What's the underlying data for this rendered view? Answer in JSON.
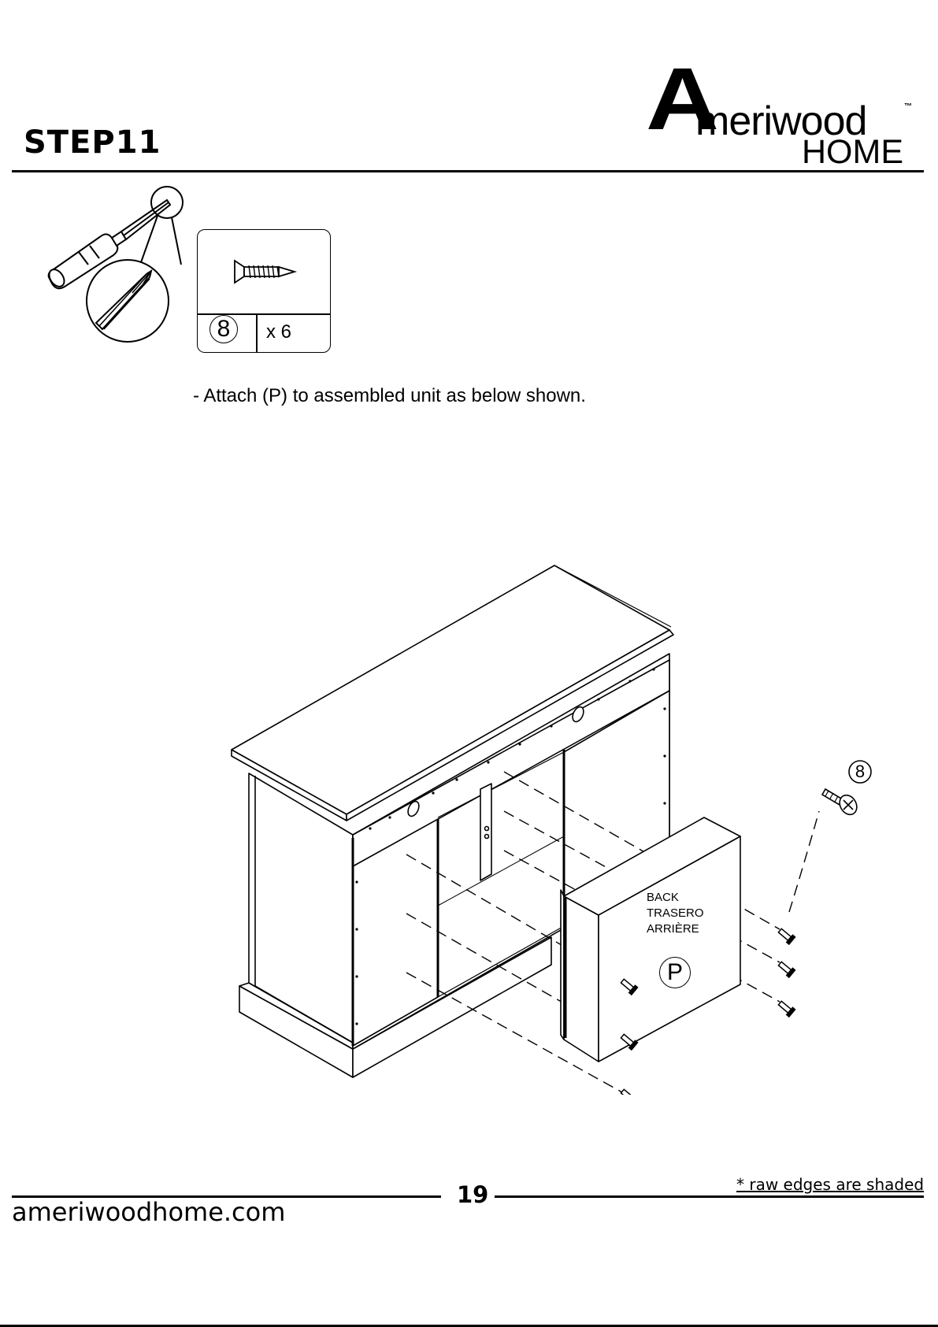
{
  "header": {
    "step_title": "STEP11",
    "brand_initial": "A",
    "brand_main": "meriwood",
    "brand_tm": "™",
    "brand_sub": "HOME"
  },
  "hardware": {
    "part_id": "8",
    "quantity": "x 6"
  },
  "instruction": "- Attach (P) to assembled unit as below shown.",
  "diagram": {
    "callout_part_id": "8",
    "panel_label_en": "BACK",
    "panel_label_es": "TRASERO",
    "panel_label_fr": "ARRIÈRE",
    "panel_part_letter": "P"
  },
  "footer": {
    "page_number": "19",
    "raw_edges_note": "* raw edges are shaded",
    "website": "ameriwoodhome.com"
  }
}
